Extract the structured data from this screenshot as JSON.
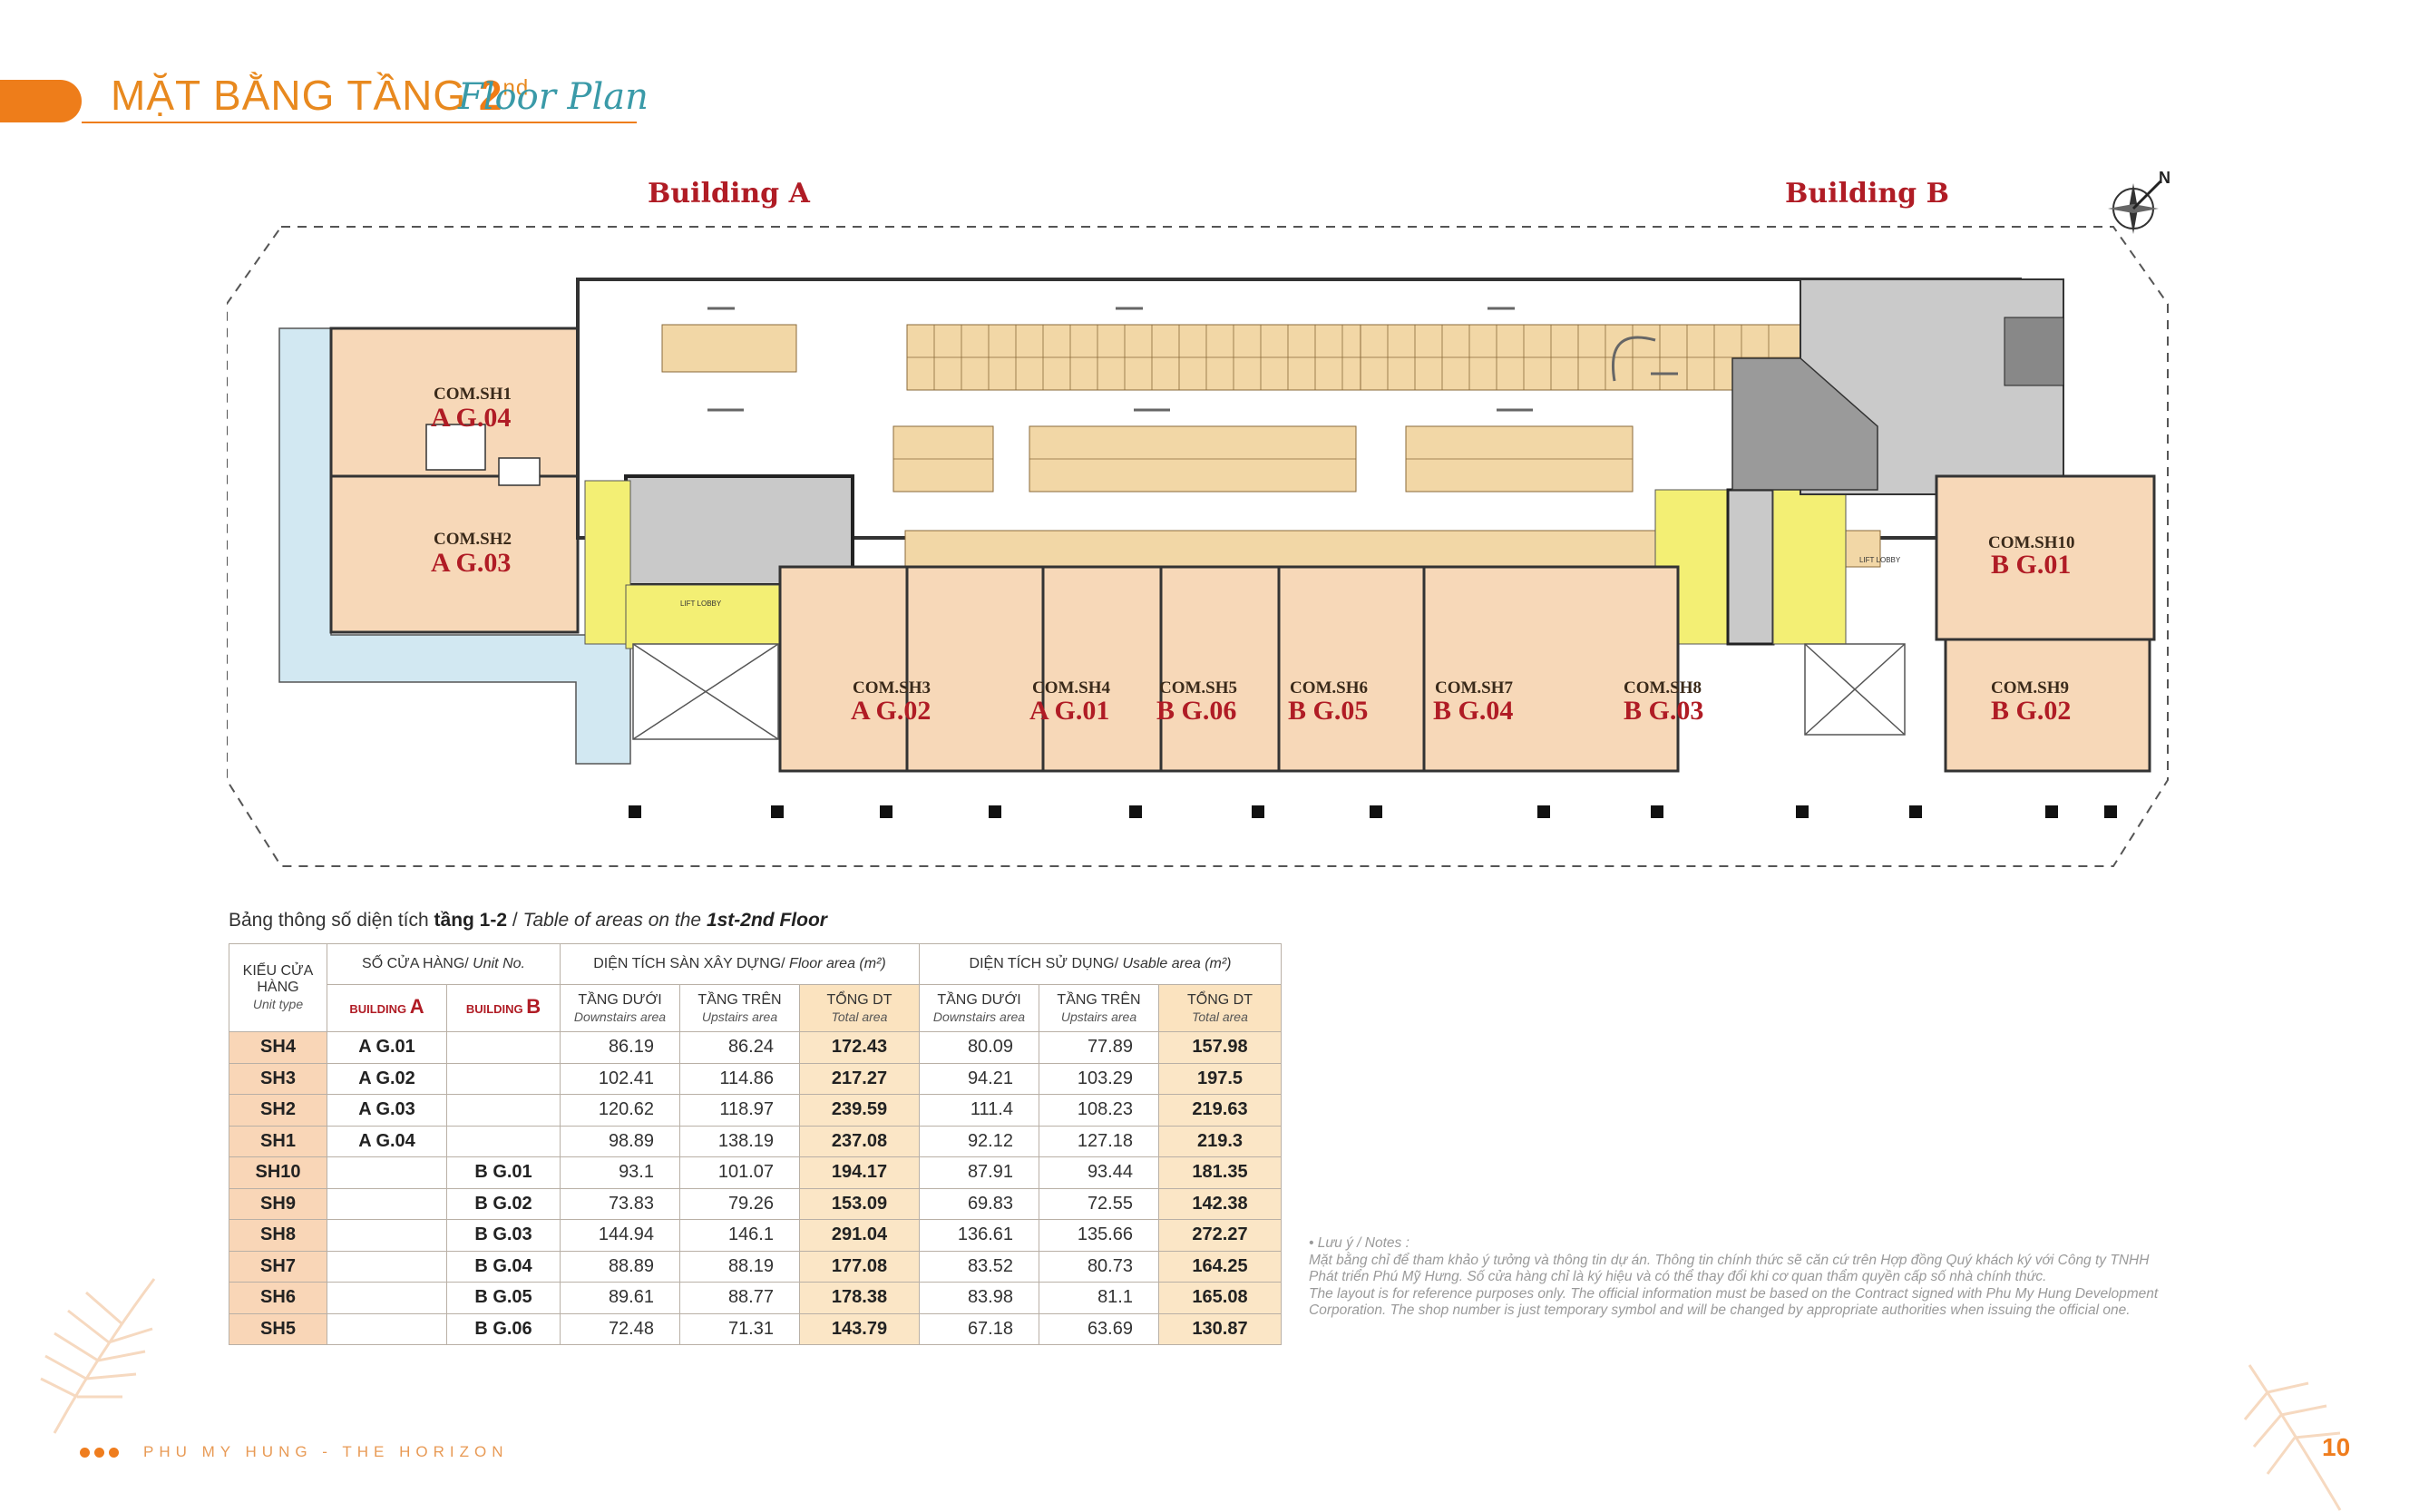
{
  "header": {
    "title_vn": "MẶT BẰNG TẦNG",
    "floor_number": "2",
    "floor_suffix": "nd",
    "title_script": "Floor Plan"
  },
  "buildings": {
    "a_label": "Building A",
    "b_label": "Building B"
  },
  "compass": {
    "north_label": "N"
  },
  "plan": {
    "lift_lobby_a": "LIFT LOBBY",
    "lift_lobby_b": "LIFT LOBBY",
    "units": [
      {
        "code": "COM.SH1",
        "id": "A G.04"
      },
      {
        "code": "COM.SH2",
        "id": "A G.03"
      },
      {
        "code": "COM.SH3",
        "id": "A G.02"
      },
      {
        "code": "COM.SH4",
        "id": "A G.01"
      },
      {
        "code": "COM.SH5",
        "id": "B G.06"
      },
      {
        "code": "COM.SH6",
        "id": "B G.05"
      },
      {
        "code": "COM.SH7",
        "id": "B G.04"
      },
      {
        "code": "COM.SH8",
        "id": "B G.03"
      },
      {
        "code": "COM.SH9",
        "id": "B G.02"
      },
      {
        "code": "COM.SH10",
        "id": "B G.01"
      }
    ]
  },
  "table": {
    "caption_vn": "Bảng thông số diện tích",
    "caption_bold": "tầng 1-2",
    "caption_sep": " / ",
    "caption_en": "Table of areas on the",
    "caption_floor": "1st-2nd Floor",
    "headers": {
      "unit_type_vn": "KIỂU CỬA HÀNG",
      "unit_type_en": "Unit type",
      "unit_no_vn": "SỐ CỬA HÀNG/",
      "unit_no_en": "Unit No.",
      "bld_a_small": "BUILDING",
      "bld_a_big": "A",
      "bld_b_small": "BUILDING",
      "bld_b_big": "B",
      "floor_area_vn": "DIỆN TÍCH SÀN XÂY DỰNG/",
      "floor_area_en": "Floor area (m²)",
      "usable_area_vn": "DIỆN TÍCH SỬ DỤNG/",
      "usable_area_en": "Usable area (m²)",
      "down_vn": "TẦNG DƯỚI",
      "down_en": "Downstairs area",
      "up_vn": "TẦNG TRÊN",
      "up_en": "Upstairs area",
      "total_vn": "TỔNG DT",
      "total_en": "Total area"
    },
    "rows": [
      {
        "type": "SH4",
        "a": "A G.01",
        "b": "",
        "fd": "86.19",
        "fu": "86.24",
        "ft": "172.43",
        "ud": "80.09",
        "uu": "77.89",
        "ut": "157.98"
      },
      {
        "type": "SH3",
        "a": "A G.02",
        "b": "",
        "fd": "102.41",
        "fu": "114.86",
        "ft": "217.27",
        "ud": "94.21",
        "uu": "103.29",
        "ut": "197.5"
      },
      {
        "type": "SH2",
        "a": "A G.03",
        "b": "",
        "fd": "120.62",
        "fu": "118.97",
        "ft": "239.59",
        "ud": "111.4",
        "uu": "108.23",
        "ut": "219.63"
      },
      {
        "type": "SH1",
        "a": "A G.04",
        "b": "",
        "fd": "98.89",
        "fu": "138.19",
        "ft": "237.08",
        "ud": "92.12",
        "uu": "127.18",
        "ut": "219.3"
      },
      {
        "type": "SH10",
        "a": "",
        "b": "B G.01",
        "fd": "93.1",
        "fu": "101.07",
        "ft": "194.17",
        "ud": "87.91",
        "uu": "93.44",
        "ut": "181.35"
      },
      {
        "type": "SH9",
        "a": "",
        "b": "B G.02",
        "fd": "73.83",
        "fu": "79.26",
        "ft": "153.09",
        "ud": "69.83",
        "uu": "72.55",
        "ut": "142.38"
      },
      {
        "type": "SH8",
        "a": "",
        "b": "B G.03",
        "fd": "144.94",
        "fu": "146.1",
        "ft": "291.04",
        "ud": "136.61",
        "uu": "135.66",
        "ut": "272.27"
      },
      {
        "type": "SH7",
        "a": "",
        "b": "B G.04",
        "fd": "88.89",
        "fu": "88.19",
        "ft": "177.08",
        "ud": "83.52",
        "uu": "80.73",
        "ut": "164.25"
      },
      {
        "type": "SH6",
        "a": "",
        "b": "B G.05",
        "fd": "89.61",
        "fu": "88.77",
        "ft": "178.38",
        "ud": "83.98",
        "uu": "81.1",
        "ut": "165.08"
      },
      {
        "type": "SH5",
        "a": "",
        "b": "B G.06",
        "fd": "72.48",
        "fu": "71.31",
        "ft": "143.79",
        "ud": "67.18",
        "uu": "63.69",
        "ut": "130.87"
      }
    ]
  },
  "notes": {
    "heading": "• Lưu ý / Notes :",
    "vn": "Mặt bằng chỉ để tham khảo ý tưởng và thông tin dự án. Thông tin chính thức sẽ căn cứ trên Hợp đồng Quý khách ký với Công ty TNHH Phát triển Phú Mỹ Hưng. Số cửa hàng chỉ là ký hiệu và có thể thay đổi khi cơ quan thẩm quyền cấp số nhà chính thức.",
    "en": "The layout is for reference purposes only. The official information must be based on the Contract signed with Phu My Hung Development Corporation. The shop number is just temporary symbol and will be changed by appropriate authorities when issuing the official one."
  },
  "footer": {
    "brand": "PHU MY HUNG - THE HORIZON",
    "page": "10"
  },
  "colors": {
    "accent": "#ee7d1a",
    "unit_fill": "#f7d8b8",
    "lobby_fill": "#f3ef74",
    "parking_fill": "#f2d7a6",
    "core_fill": "#c9c9c9",
    "title_red": "#b01c25"
  }
}
